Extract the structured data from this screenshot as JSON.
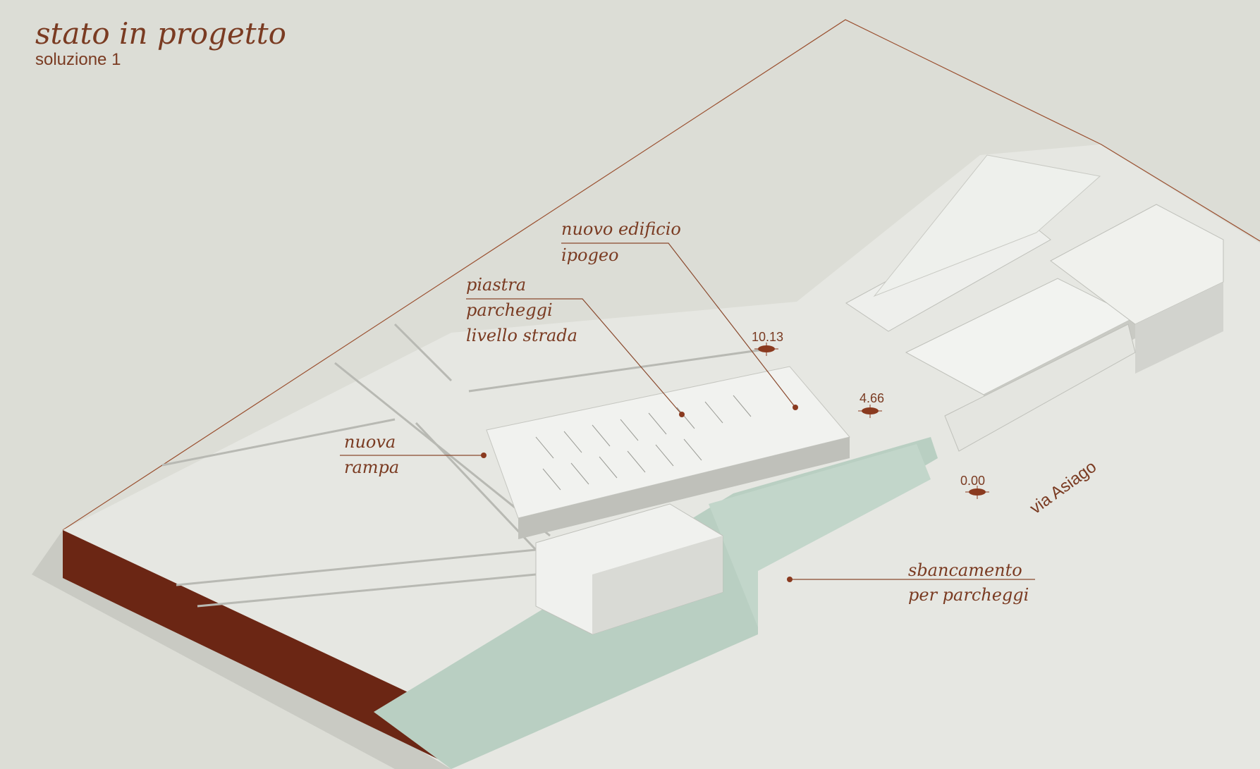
{
  "title": {
    "main": "stato in progetto",
    "subtitle": "soluzione 1"
  },
  "labels": {
    "nuovo_edificio": [
      "nuovo edificio",
      "ipogeo"
    ],
    "piastra": [
      "piastra",
      "parcheggi",
      "livello strada"
    ],
    "rampa": [
      "nuova",
      "rampa"
    ],
    "sbancamento": [
      "sbancamento",
      "per parcheggi"
    ],
    "street": "via Asiago"
  },
  "elevations": [
    "10.13",
    "4.66",
    "0.00"
  ],
  "colors": {
    "accent": "#7a3b22",
    "background": "#dcddd6",
    "base": "#6b2614",
    "slope": "#b9cfc2",
    "model": "#ecedea"
  }
}
